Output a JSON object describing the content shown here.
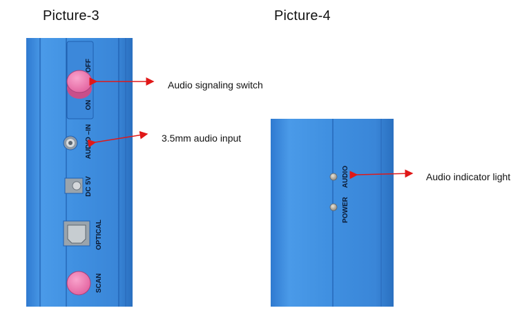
{
  "pictures": {
    "left": {
      "title": "Picture-3",
      "device_labels": {
        "off": "OFF",
        "on": "ON",
        "audio_in": "AUDIO –IN",
        "dc": "DC 5V",
        "optical": "OPTICAL",
        "scan": "SCAN"
      },
      "callouts": {
        "switch": "Audio signaling switch",
        "audio_input": "3.5mm audio input"
      }
    },
    "right": {
      "title": "Picture-4",
      "device_labels": {
        "audio": "AUDIO",
        "power": "POWER"
      },
      "callouts": {
        "indicator": "Audio indicator light"
      }
    }
  },
  "colors": {
    "device_blue": "#3f8fe0",
    "device_dark": "#1f5fb0",
    "button_pink": "#f07ab0",
    "arrow_red": "#e01818"
  }
}
